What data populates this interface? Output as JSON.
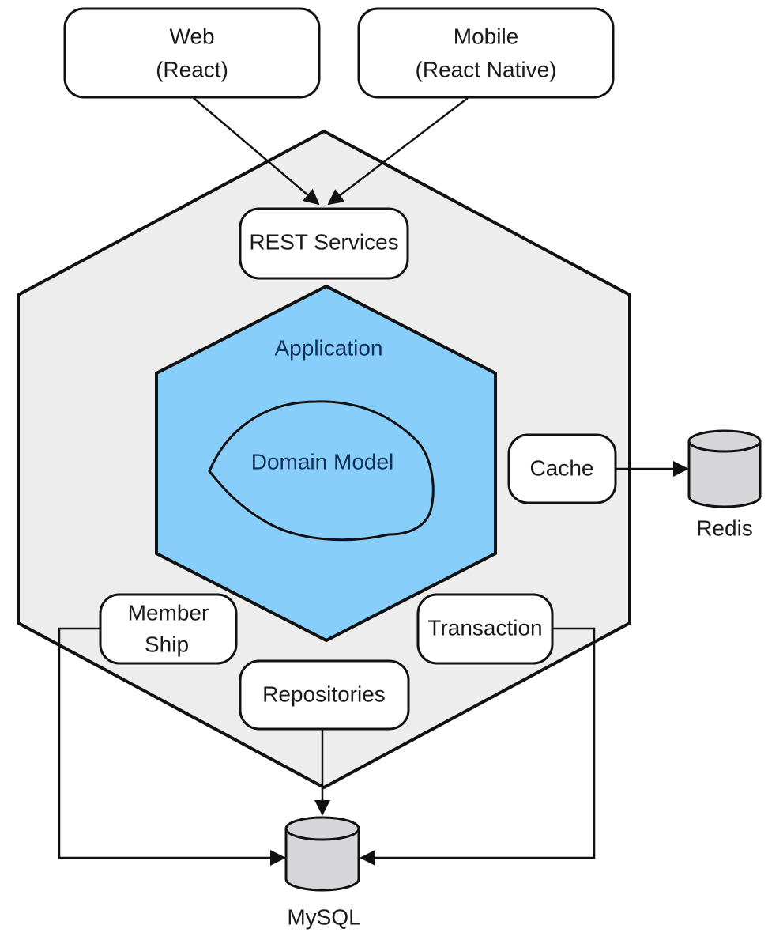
{
  "clients": {
    "web": {
      "line1": "Web",
      "line2": "(React)"
    },
    "mobile": {
      "line1": "Mobile",
      "line2": "(React Native)"
    }
  },
  "adapters": {
    "rest": "REST Services",
    "cache": "Cache",
    "membership": {
      "line1": "Member",
      "line2": "Ship"
    },
    "transaction": "Transaction",
    "repositories": "Repositories"
  },
  "core": {
    "application": "Application",
    "domain_model": "Domain Model"
  },
  "datastores": {
    "redis": "Redis",
    "mysql": "MySQL"
  },
  "colors": {
    "outer_hexagon_fill": "#ededed",
    "inner_hexagon_fill": "#87cffa",
    "cylinder_fill": "#d6d6d8",
    "stroke": "#111111"
  }
}
